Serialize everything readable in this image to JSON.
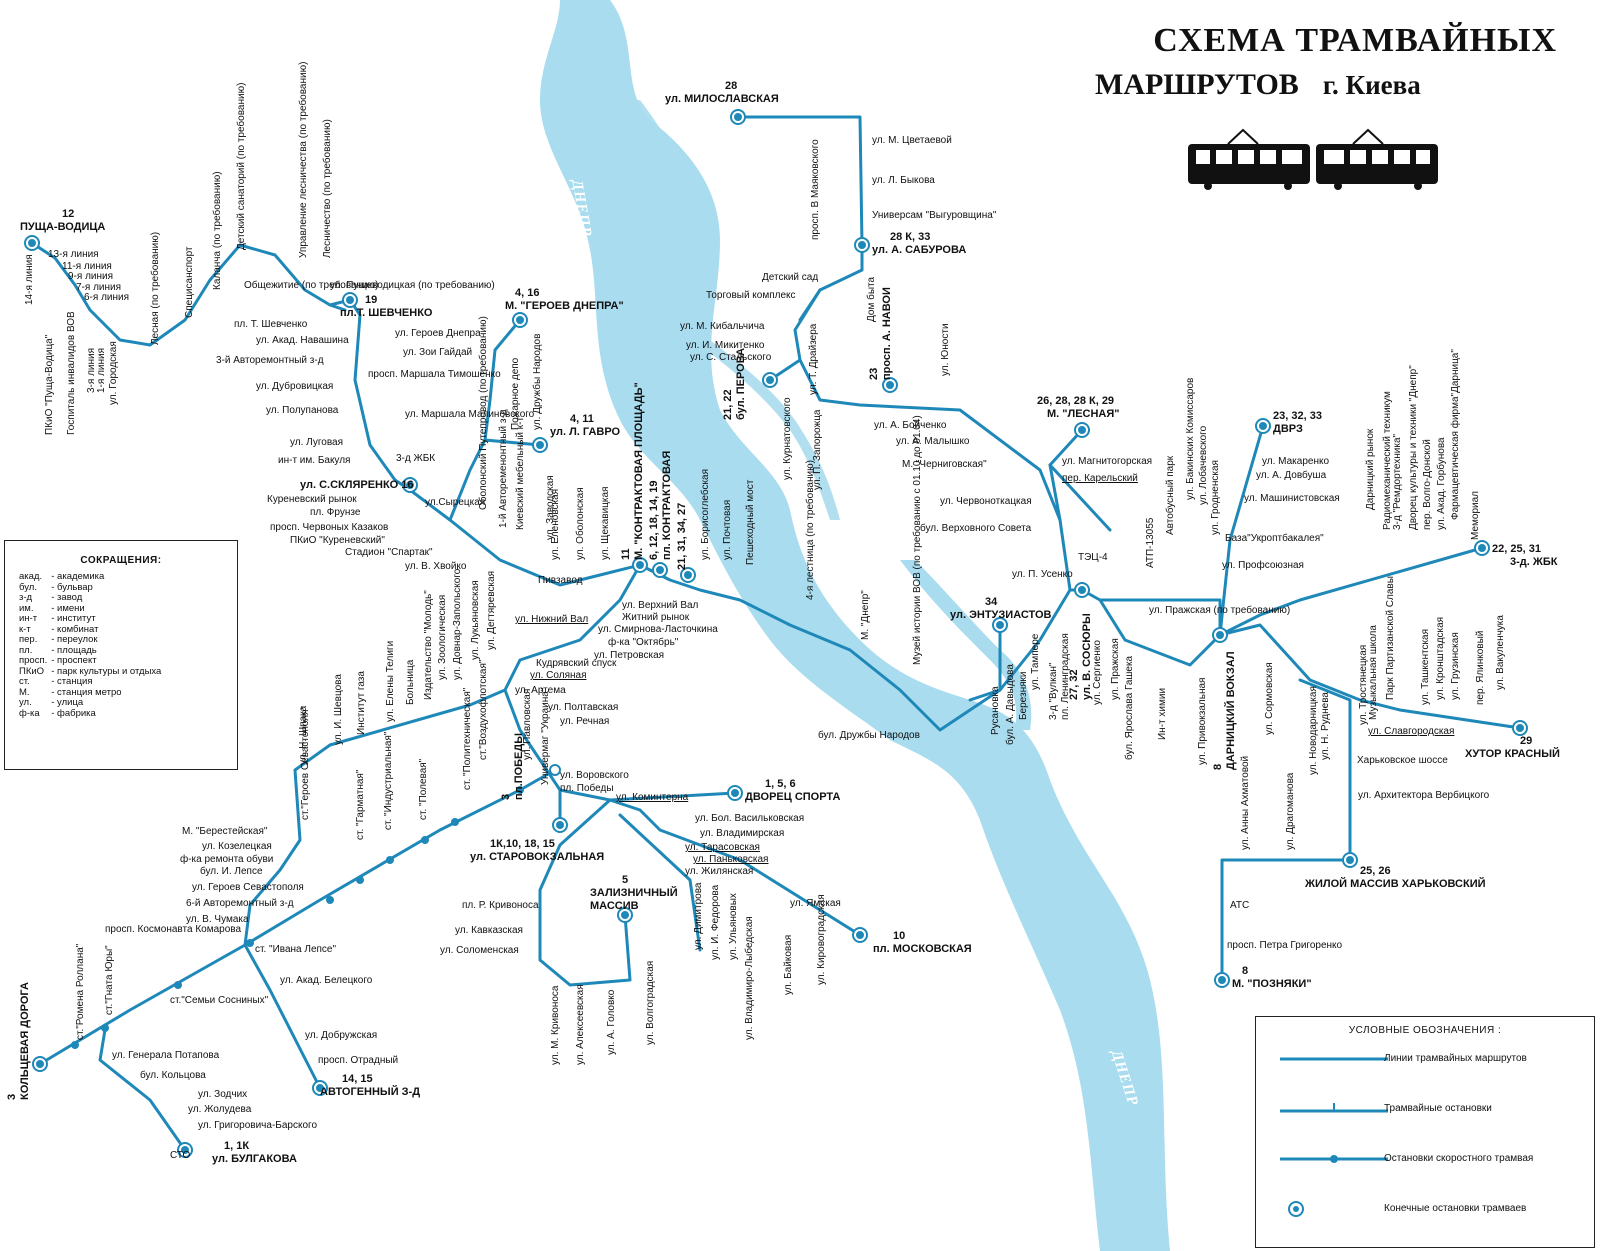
{
  "title": {
    "line1": "СХЕМА  ТРАМВАЙНЫХ",
    "line2": "МАРШРУТОВ",
    "city": "г. Киева"
  },
  "colors": {
    "line": "#1e88b8",
    "river": "#a8dcee",
    "ink": "#111111"
  },
  "rivers": {
    "upper": "ДНЕПР",
    "lower": "ДНЕПР"
  },
  "abbreviations": {
    "heading": "СОКРАЩЕНИЯ:",
    "items": [
      {
        "abbr": "акад.",
        "full": "- академика"
      },
      {
        "abbr": "бул.",
        "full": "- бульвар"
      },
      {
        "abbr": "з-д",
        "full": "- завод"
      },
      {
        "abbr": "им.",
        "full": "- имени"
      },
      {
        "abbr": "ин-т",
        "full": "- институт"
      },
      {
        "abbr": "к-т",
        "full": "- комбинат"
      },
      {
        "abbr": "пер.",
        "full": "- переулок"
      },
      {
        "abbr": "пл.",
        "full": "- площадь"
      },
      {
        "abbr": "просп.",
        "full": "- проспект"
      },
      {
        "abbr": "ПКиО",
        "full": "- парк культуры и отдыха"
      },
      {
        "abbr": "ст.",
        "full": "- станция"
      },
      {
        "abbr": "М.",
        "full": "- станция метро"
      },
      {
        "abbr": "ул.",
        "full": "- улица"
      },
      {
        "abbr": "ф-ка",
        "full": "- фабрика"
      }
    ]
  },
  "legend": {
    "heading": "УСЛОВНЫЕ ОБОЗНАЧЕНИЯ :",
    "items": [
      {
        "kind": "line",
        "label": "Линии трамвайных маршрутов"
      },
      {
        "kind": "stop",
        "label": "Трамвайные остановки"
      },
      {
        "kind": "express",
        "label": "Остановки скоростного трамвая"
      },
      {
        "kind": "terminal",
        "label": "Конечные остановки трамваев"
      }
    ]
  },
  "terminals": [
    {
      "id": "pushcha",
      "routes": "12",
      "name": "ПУЩА-ВОДИЦА"
    },
    {
      "id": "shevchenko",
      "routes": "19",
      "name": "пл.Т. ШЕВЧЕНКО"
    },
    {
      "id": "geroev",
      "routes": "4, 16",
      "name": "М. \"ГЕРОЕВ ДНЕПРА\""
    },
    {
      "id": "gavro",
      "routes": "4, 11",
      "name": "ул. Л. ГАВРО"
    },
    {
      "id": "sklyarenko",
      "routes": "16",
      "name": "ул. С.СКЛЯРЕНКО"
    },
    {
      "id": "miloslavskaya",
      "routes": "28",
      "name": "ул. МИЛОСЛАВСКАЯ"
    },
    {
      "id": "saburova",
      "routes": "28 К, 33",
      "name": "ул. А. САБУРОВА"
    },
    {
      "id": "perova",
      "routes": "21, 22",
      "name": "бул. ПЕРОВА"
    },
    {
      "id": "navoi",
      "routes": "23",
      "name": "просп. А. НАВОИ"
    },
    {
      "id": "lesnaya",
      "routes": "26, 28, 28 К, 29",
      "name": "М. \"ЛЕСНАЯ\""
    },
    {
      "id": "dvrz",
      "routes": "23, 32, 33",
      "name": "ДВРЗ"
    },
    {
      "id": "zhbk3",
      "routes": "22, 25, 31",
      "name": "3-д. ЖБК"
    },
    {
      "id": "kontraktovaya",
      "routes": "11",
      "name": "М. \"КОНТРАКТОВАЯ ПЛОЩАДЬ\""
    },
    {
      "id": "kontr2",
      "routes": "6, 12, 18, 14, 19",
      "name": "пл. КОНТРАКТОВАЯ"
    },
    {
      "id": "kontr3",
      "routes": "21, 31, 34, 27",
      "name": ""
    },
    {
      "id": "entuziastov",
      "routes": "34",
      "name": "ул. ЭНТУЗИАСТОВ"
    },
    {
      "id": "sosyury",
      "routes": "27, 32",
      "name": "ул. В. СОСЮРЫ"
    },
    {
      "id": "darnitsky",
      "routes": "8",
      "name": "ДАРНИЦКИЙ ВОКЗАЛ"
    },
    {
      "id": "khutor",
      "routes": "29",
      "name": "ХУТОР КРАСНЫЙ"
    },
    {
      "id": "zhiloy",
      "routes": "25, 26",
      "name": "ЖИЛОЙ МАССИВ ХАРЬКОВСКИЙ"
    },
    {
      "id": "poznyaki",
      "routes": "8",
      "name": "М. \"ПОЗНЯКИ\""
    },
    {
      "id": "pobedy",
      "routes": "3",
      "name": "пл.ПОБЕДЫ"
    },
    {
      "id": "starovokzal",
      "routes": "1К,10, 18, 15",
      "name": "ул. СТАРОВОКЗАЛЬНАЯ"
    },
    {
      "id": "dvorets",
      "routes": "1, 5, 6",
      "name": "ДВОРЕЦ СПОРТА"
    },
    {
      "id": "zaliznichny",
      "routes": "5",
      "name": "ЗАЛИЗНИЧНЫЙ МАССИВ"
    },
    {
      "id": "moskovskaya",
      "routes": "10",
      "name": "пл. МОСКОВСКАЯ"
    },
    {
      "id": "avtogenny",
      "routes": "14, 15",
      "name": "АВТОГЕННЫЙ З-Д"
    },
    {
      "id": "koltsevaya",
      "routes": "3",
      "name": "КОЛЬЦЕВАЯ ДОРОГА"
    },
    {
      "id": "bulgakova",
      "routes": "1, 1К",
      "name": "ул. БУЛГАКОВА"
    }
  ],
  "stops": [
    "14-я линия",
    "13-я линия",
    "11-я линия",
    "9-я линия",
    "7-я линия",
    "6-я линия",
    "1-я линия",
    "3-я линия",
    "ул. Городская",
    "ПКиО \"Пуща-Водица\"",
    "Госпиталь инвалидов ВОВ",
    "Лесная (по требованию)",
    "Специсанспорт",
    "Каланча (по требованию)",
    "Детский санаторий (по требованию)",
    "Управление лесничества (по требованию)",
    "Лесничество (по требованию)",
    "Общежитие (по требованию)",
    "ул. Пущеводицкая (по требованию)",
    "пл. Т. Шевченко",
    "ул. Акад. Навашина",
    "3-й Авторемонтный з-д",
    "ул. Дубровицкая",
    "ул. Полупанова",
    "ул. Луговая",
    "ин-т им. Бакуля",
    "3-д ЖБК",
    "Куреневский рынок",
    "пл. Фрунзе",
    "ул.Сырецкая",
    "просп. Червоных Казаков",
    "ПКиО \"Куреневский\"",
    "Стадион \"Спартак\"",
    "ул. В. Хвойко",
    "ул. Героев Днепра",
    "ул. Зои Гайдай",
    "просп. Маршала Тимошенко",
    "ул. Маршала Малиновского",
    "Пожарное депо",
    "ул. Дружбы Народов",
    "Оболонский Путепровод (по требованию)",
    "1-й Автоременонтный з-д",
    "Киевский мебельный к-т",
    "ул. Заводская",
    "Пивзавод",
    "ул. Еленовская",
    "ул. Оболонская",
    "ул. Щекавицкая",
    "ул. Нижний Вал",
    "ул. Верхний Вал",
    "Житний рынок",
    "ул. Смирнова-Ласточкина",
    "ф-ка \"Октябрь\"",
    "ул. Петровская",
    "Кудрявский спуск",
    "ул. Соляная",
    "ул. Артема",
    "ул. Полтавская",
    "ул. Речная",
    "ул. Борисоглебская",
    "ул. Почтовая",
    "Пешеходный мост",
    "4-я лестница (по требованию)",
    "М. \"Днепр\"",
    "Музей истории ВОВ (по требованию с 01.10 до 01.04)",
    "бул. Дружбы Народов",
    "ул. М. Цветаевой",
    "ул. Л. Быкова",
    "Универсам \"Выгуровщина\"",
    "просп. В Маяковского",
    "Детский сад",
    "Торговый комплекс",
    "ул. М. Кибальчича",
    "ул. И. Микитенко",
    "ул. С. Стальского",
    "ул. Курнатовского",
    "ул. Т. Драйзера",
    "Дом быта",
    "ул. П. Запорожца",
    "ул. Юности",
    "ул. А. Бойченко",
    "ул. А. Малышко",
    "М. \"Черниговская\"",
    "ул. Магнитогорская",
    "пер. Карельский",
    "ул. Червоноткацкая",
    "бул. Верховного Совета",
    "ТЭЦ-4",
    "ул. П. Усенко",
    "АТП-13055",
    "Автобусный парк",
    "ул. Бакинских Комиссаров",
    "ул. Лобачевского",
    "ул. Гродненская",
    "ул. Пражская (по требованию)",
    "ул. Макаренко",
    "ул. А. Довбуша",
    "ул. Машинистовская",
    "База\"Укроптбакалея\"",
    "ул. Профсоюзная",
    "Дарницкий рынок",
    "Радиомеханический техникум",
    "3-д \"Ремдортехника\"",
    "Дворец культуры и техники \"Днепр\"",
    "пер. Волго-Донской",
    "ул. Акад. Горбунова",
    "Фармацевтическая фирма\"Дарница\"",
    "Мемориал",
    "Русановка",
    "бул. А. Давыдова",
    "Березняки",
    "ул. Тампере",
    "3-д \"Вулкан\"",
    "пл. Ленинградская",
    "ул. Сергиенко",
    "ул. Пражская",
    "бул. Ярослава Гашека",
    "Ин-т химии",
    "ул. Привокзальная",
    "ул. Анны Ахматовой",
    "ул. Сормовская",
    "ул. Драгоманова",
    "ул. Новодарницкая",
    "ул. Н. Руднева",
    "ул. Тростянецкая",
    "Музыкальная школа",
    "Парк Партизанской Славы",
    "ул. Ташкентская",
    "ул. Кронштадская",
    "ул. Грузинская",
    "пер. Ялинковый",
    "ул. Вакуленчука",
    "ул. Славгородская",
    "Харьковское шоссе",
    "ул. Архитектора Вербицкого",
    "АТС",
    "просп. Петра Григоренко",
    "ул. Н. Шпака",
    "ул. И. Шевцова",
    "Институт газа",
    "ул. Елены Телиги",
    "Больница",
    "Издательство \"Молодь\"",
    "ул. Зоологическая",
    "ул. Довнар-Запольского",
    "ул. Лукьяновская",
    "ул. Дегтяревская",
    "ст. \"Политехническая\"",
    "ст.\"Воздухофлотская\"",
    "ул. Павловская",
    "Универмаг \"Украина\"",
    "ул. Воровского",
    "пл. Победы",
    "ул. Коминтерна",
    "ул. Бол. Васильковская",
    "ул. Владимирская",
    "ул. Тарасовская",
    "ул. Паньковская",
    "ул. Жилянская",
    "ул. Ямская",
    "ул. Димитрова",
    "ул. И. Федорова",
    "ул. Ульяновых",
    "ул. Владимиро-Лыбедская",
    "ул. Байковая",
    "ул. Кировоградская",
    "пл. Р. Кривоноса",
    "ул. Кавказская",
    "ул. Соломенская",
    "ул. М. Кривоноса",
    "ул. Алексеевская",
    "ул. А. Головко",
    "ул. Волгоградская",
    "ст.\"Героев Севастополя\"",
    "ст. \"Гарматная\"",
    "ст. \"Индустриальная\"",
    "ст. \"Полевая\"",
    "М. \"Берестейская\"",
    "ул. Козелецкая",
    "ф-ка ремонта обуви",
    "бул. И. Лепсе",
    "ул. Героев Севастополя",
    "6-й Авторемонтный з-д",
    "ул. В. Чумака",
    "просп. Космонавта Комарова",
    "ст. \"Ивана Лепсе\"",
    "ул. Акад. Белецкого",
    "ст.\"Семьи Сосниных\"",
    "ул. Добружская",
    "просп. Отрадный",
    "ст.\"Ромена Роллана\"",
    "ст.\"Гната Юры\"",
    "ул. Генерала Потапова",
    "бул. Кольцова",
    "ул. Зодчих",
    "ул. Жолудева",
    "ул. Григоровича-Барского",
    "СТО"
  ]
}
